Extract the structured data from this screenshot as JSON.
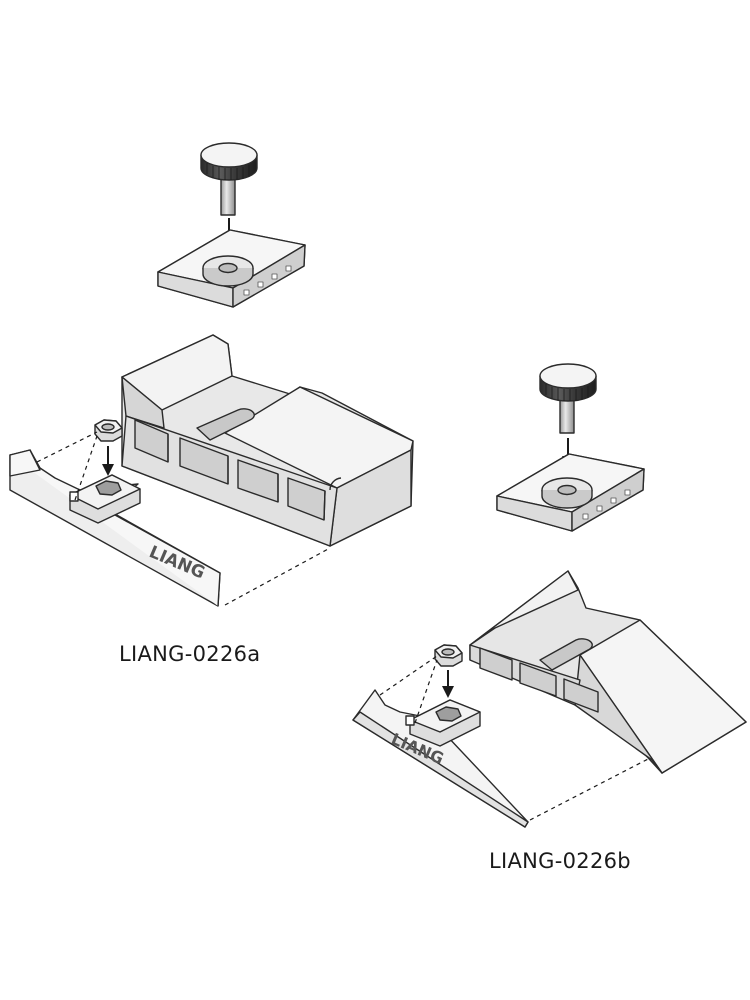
{
  "assemblies": [
    {
      "caption": "LIANG-0226a",
      "engraving": "LIANG"
    },
    {
      "caption": "LIANG-0226b",
      "engraving": "LIANG"
    }
  ],
  "colors": {
    "line": "#2b2b2b",
    "face_light": "#f1f1f1",
    "face_mid": "#dcdcdc",
    "face_dark": "#b9b9b9",
    "screw_head": "#3a3a3a"
  },
  "icons": [
    "thumb-screw-icon",
    "hex-nut-icon",
    "insert-arrow-icon"
  ]
}
